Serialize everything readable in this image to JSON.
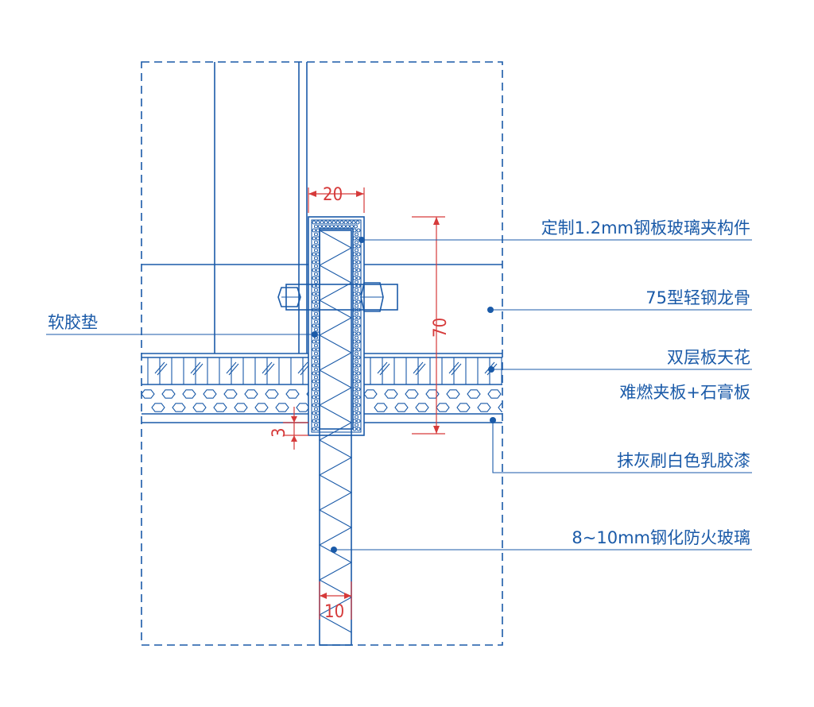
{
  "labels": {
    "clip": "定制1.2mm钢板玻璃夹构件",
    "keel": "75型轻钢龙骨",
    "gasket": "软胶垫",
    "double_layer": "双层板天花",
    "fireproof_board": "难燃夹板+石膏板",
    "paint": "抹灰刷白色乳胶漆",
    "glass": "8~10mm钢化防火玻璃"
  },
  "dimensions": {
    "clip_width": "20",
    "clip_height": "70",
    "gap": "3",
    "glass_thickness": "10"
  },
  "colors": {
    "line": "#1a5aa8",
    "dimension": "#d63a3a"
  }
}
